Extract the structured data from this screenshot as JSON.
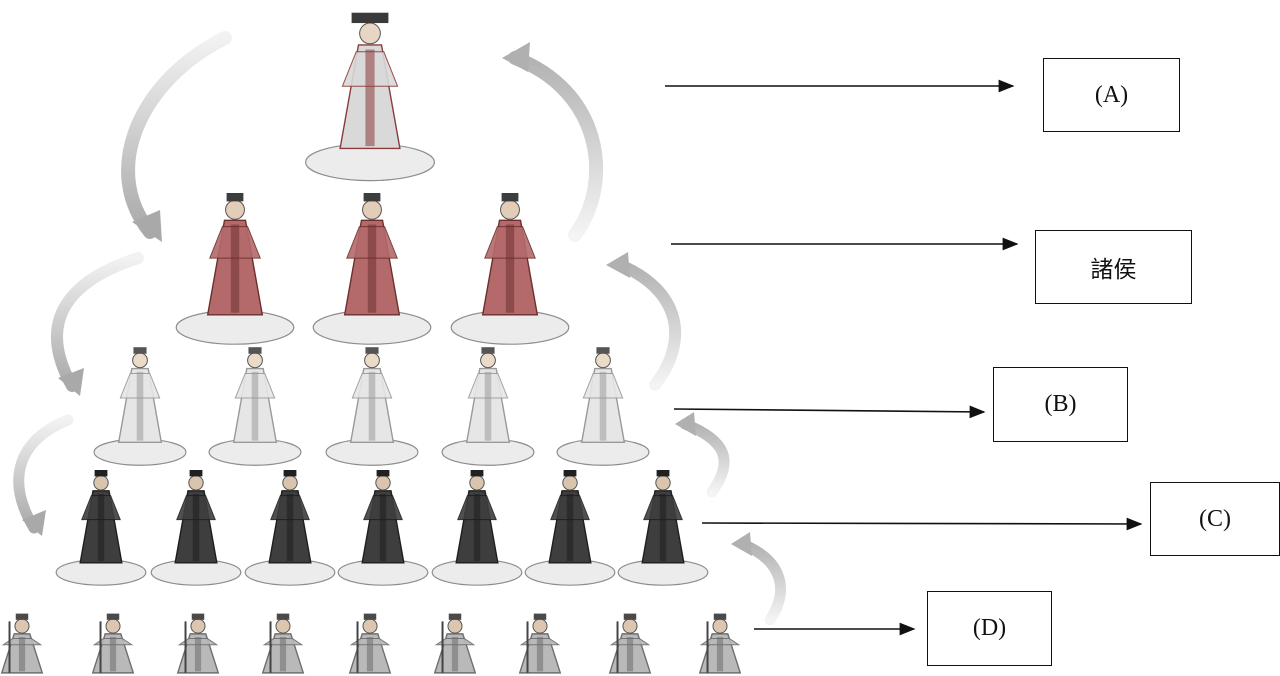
{
  "labels": {
    "a": "(A)",
    "zhuhou": "諸侯",
    "b": "(B)",
    "c": "(C)",
    "d": "(D)"
  },
  "tiers": [
    {
      "name": "top-ruler",
      "count": 1,
      "style": "light-robe-red"
    },
    {
      "name": "feudal-lords",
      "count": 3,
      "style": "red-robe"
    },
    {
      "name": "tier-b",
      "count": 5,
      "style": "pale-robe"
    },
    {
      "name": "tier-c",
      "count": 7,
      "style": "dark-robe"
    },
    {
      "name": "tier-d",
      "count": 9,
      "style": "commoner"
    }
  ],
  "colors": {
    "arrow_shade": "#bdbdbd",
    "pedestal": "#ececec",
    "line": "#111111"
  }
}
